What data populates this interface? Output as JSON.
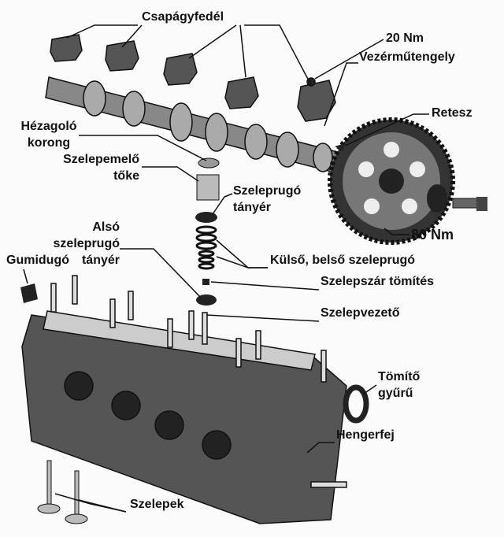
{
  "labels": {
    "bearing_cap": "Csapágyfedél",
    "torque_20": "20 Nm",
    "camshaft": "Vezérműtengely",
    "key": "Retesz",
    "shim_1": "Hézagoló",
    "shim_2": "korong",
    "tappet_1": "Szelepemelő",
    "tappet_2": "tőke",
    "spring_retainer_1": "Szeleprugó",
    "spring_retainer_2": "tányér",
    "lower_seat_1": "Alsó",
    "lower_seat_2": "szeleprugó",
    "lower_seat_3": "tányér",
    "torque_80": "80 Nm",
    "rubber_plug": "Gumidugó",
    "springs": "Külső, belső szeleprugó",
    "stem_seal": "Szelepszár tömítés",
    "valve_guide": "Szelepvezető",
    "seal_ring_1": "Tömítő",
    "seal_ring_2": "gyűrű",
    "cylinder_head": "Hengerfej",
    "valves": "Szelepek"
  }
}
